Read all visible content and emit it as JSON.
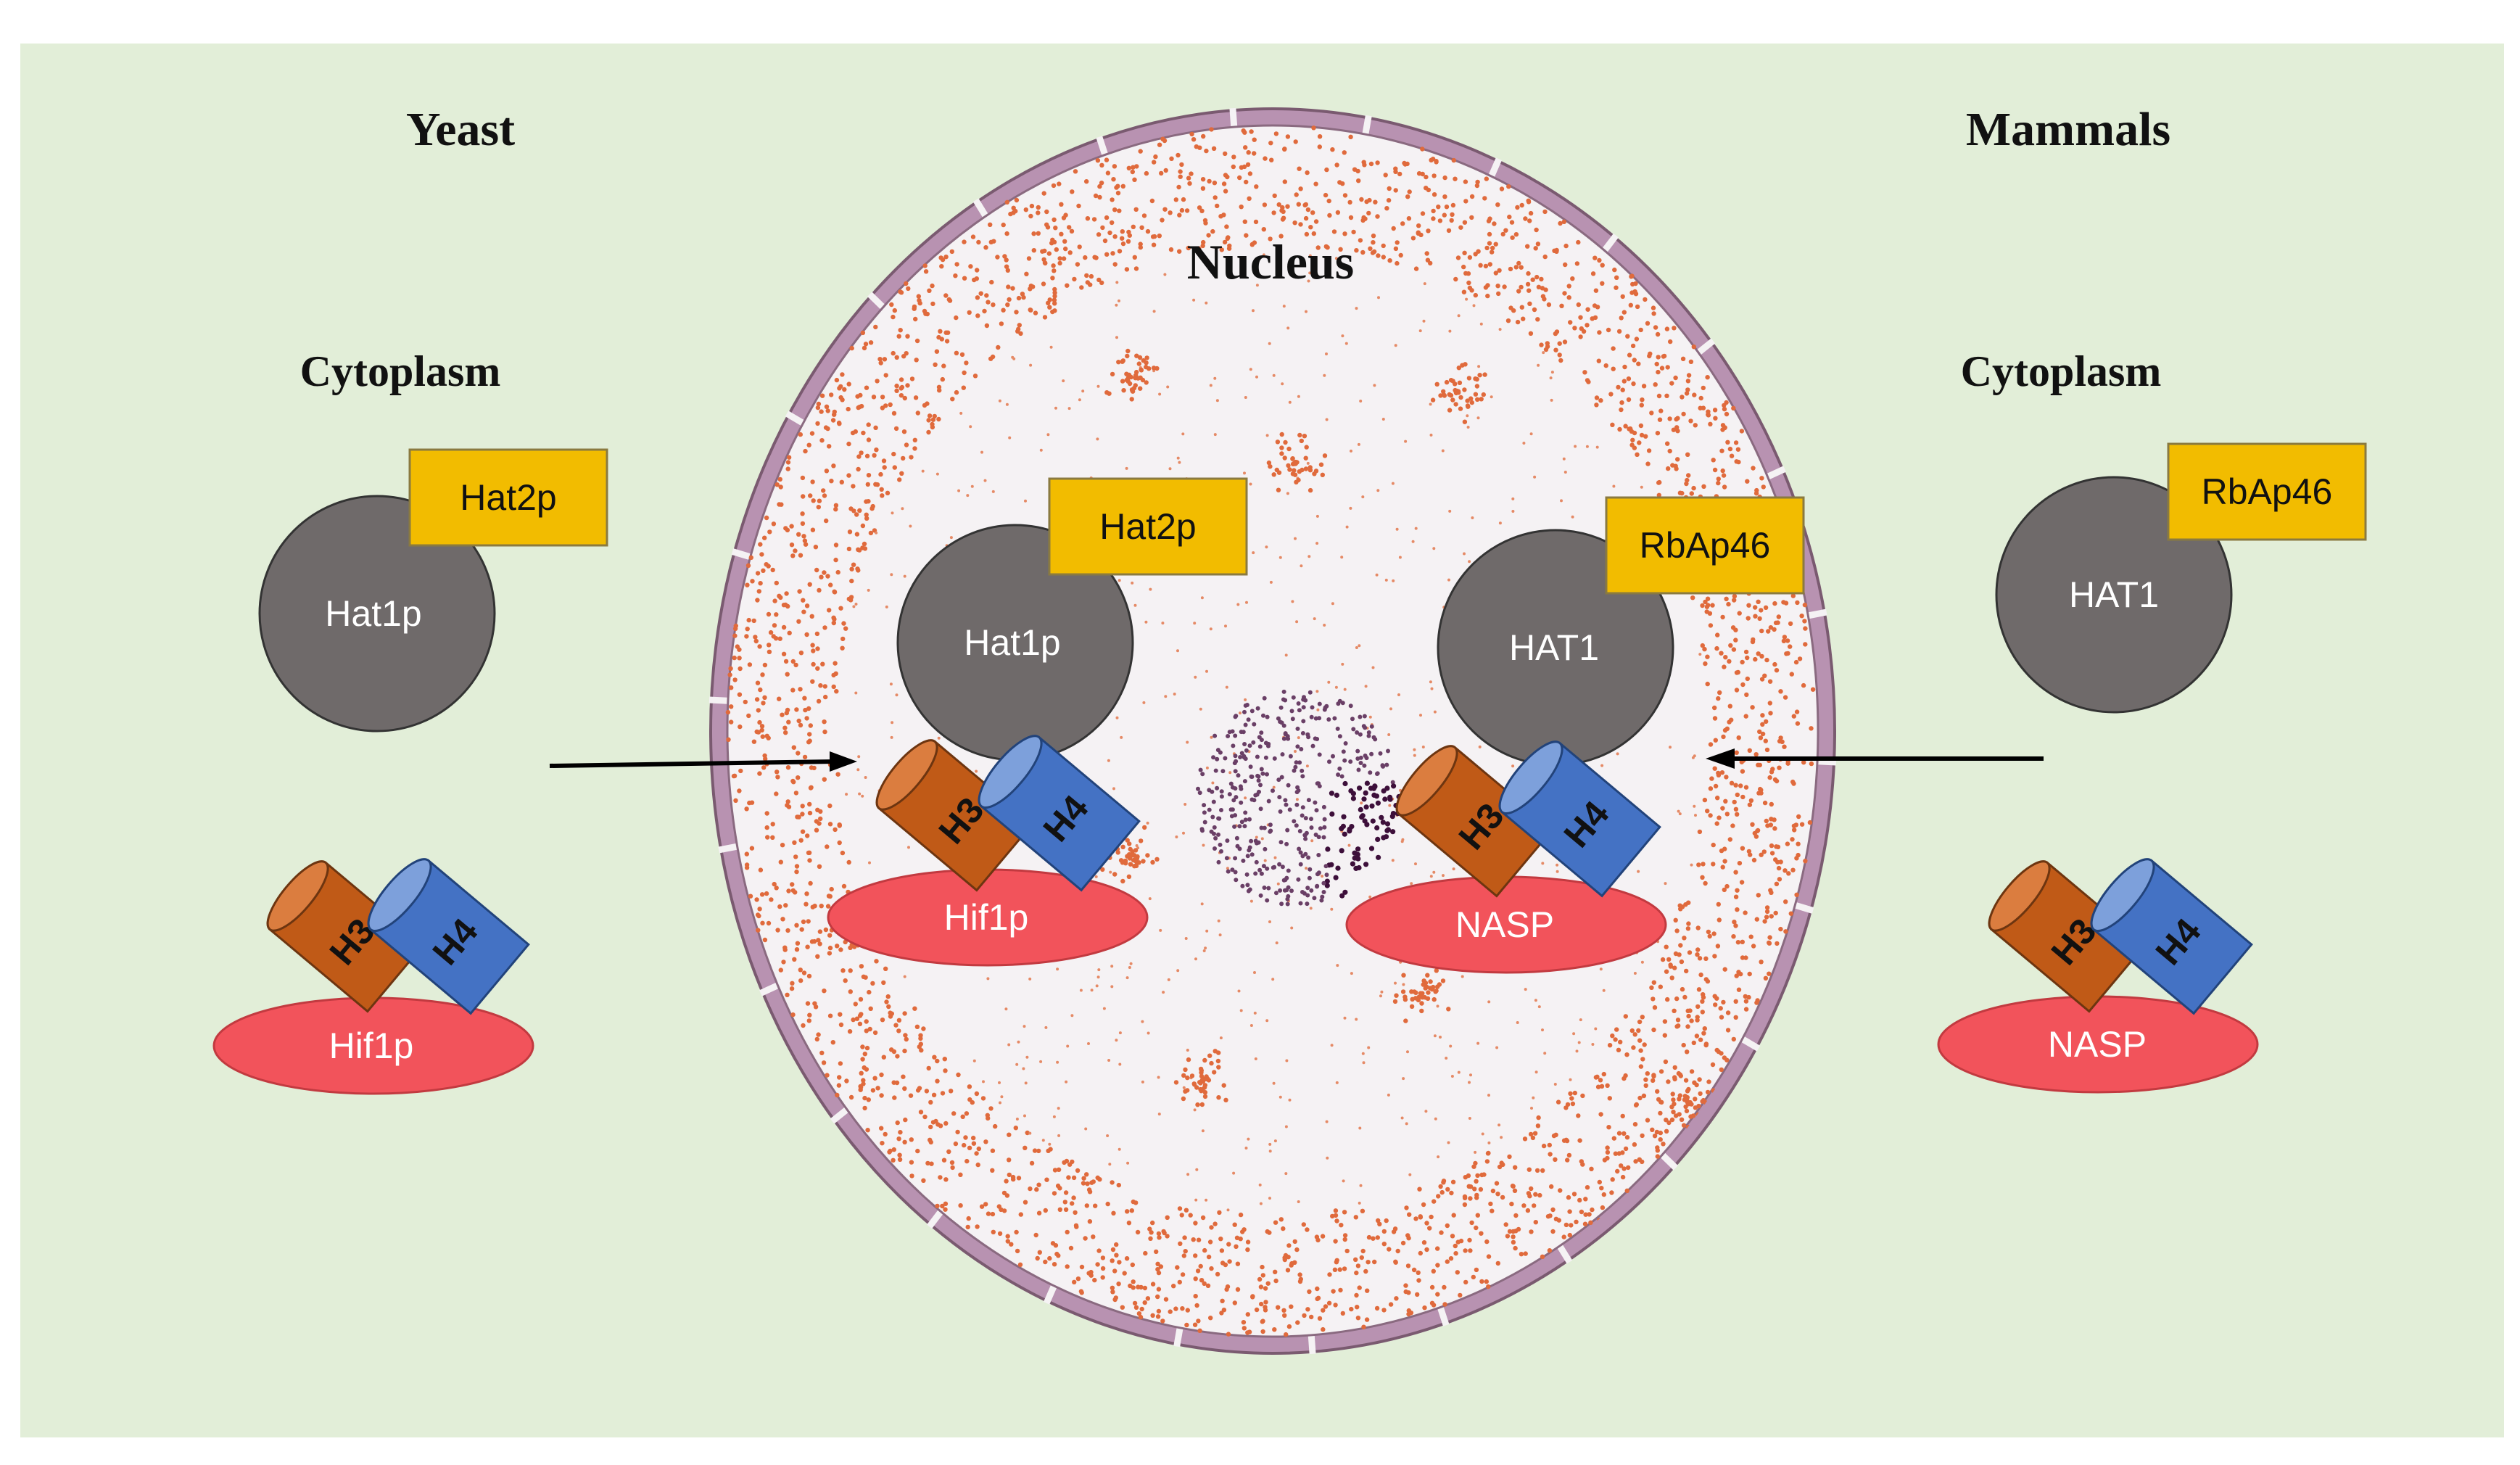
{
  "headings": {
    "yeast": "Yeast",
    "mammals": "Mammals",
    "nucleus": "Nucleus",
    "cytoplasm_left": "Cytoplasm",
    "cytoplasm_right": "Cytoplasm"
  },
  "complexes": {
    "yeast_cytoplasm": {
      "enzyme": "Hat1p",
      "partner": "Hat2p",
      "h3": "H3",
      "h4": "H4",
      "chaperone": "Hif1p"
    },
    "yeast_nucleus": {
      "enzyme": "Hat1p",
      "partner": "Hat2p",
      "h3": "H3",
      "h4": "H4",
      "chaperone": "Hif1p"
    },
    "mammal_nucleus": {
      "enzyme": "HAT1",
      "partner": "RbAp46",
      "h3": "H3",
      "h4": "H4",
      "chaperone": "NASP"
    },
    "mammal_cytoplasm": {
      "enzyme": "HAT1",
      "partner": "RbAp46",
      "h3": "H3",
      "h4": "H4",
      "chaperone": "NASP"
    }
  },
  "colors": {
    "background": "#e2eed8",
    "nucleus_fill": "#f5f2f4",
    "nuclear_envelope": "#c9a4bf",
    "envelope_stroke": "#7a5a70",
    "speckle": "#e06a3c",
    "chromatin": "#4a2046",
    "enzyme_disc": "#6f6a6a",
    "partner_box": "#f2bc00",
    "chaperone": "#f2535b",
    "h3": "#c05a17",
    "h4": "#4472c4"
  },
  "icons": {
    "import_arrow_left": "arrow-right",
    "import_arrow_right": "arrow-left"
  }
}
